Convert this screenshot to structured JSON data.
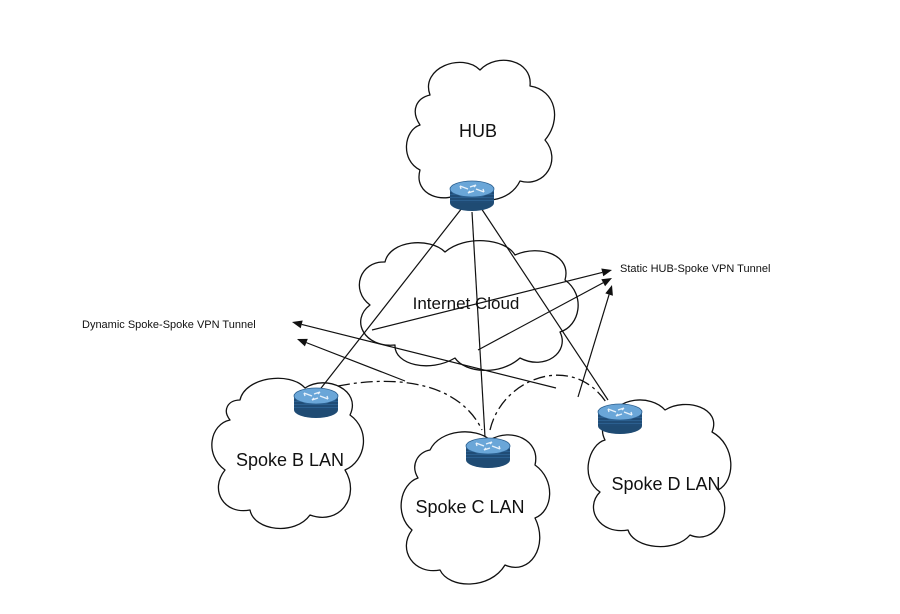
{
  "hub": {
    "label": "HUB"
  },
  "internet": {
    "label": "Internet Cloud"
  },
  "spokes": [
    {
      "label": "Spoke B LAN"
    },
    {
      "label": "Spoke C LAN"
    },
    {
      "label": "Spoke D LAN"
    }
  ],
  "legend": {
    "dynamic": "Dynamic Spoke-Spoke VPN Tunnel",
    "static": "Static HUB-Spoke VPN Tunnel"
  },
  "colors": {
    "router_top": "#6aa6d8",
    "router_body": "#2b5f8f",
    "router_base": "#1f4b73",
    "router_stripe": "#163a5c",
    "line": "#111111"
  }
}
